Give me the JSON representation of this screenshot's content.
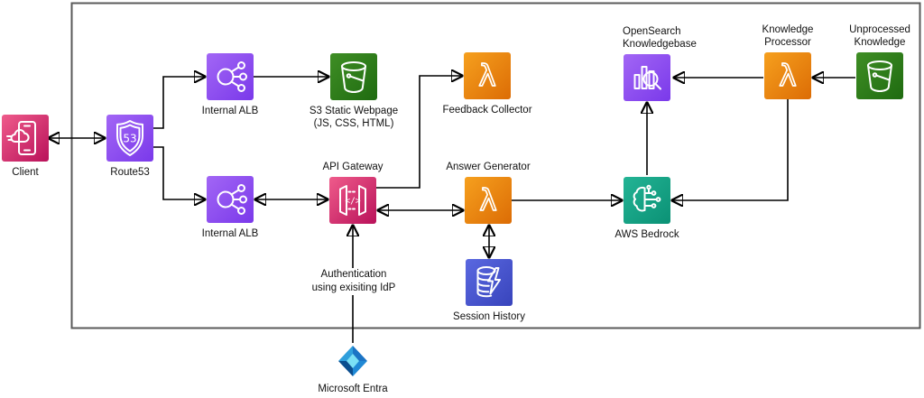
{
  "diagram": {
    "nodes": {
      "client": {
        "label": "Client"
      },
      "route53": {
        "label": "Route53"
      },
      "internal_alb_top": {
        "label": "Internal ALB"
      },
      "s3_static_webpage": {
        "label": "S3 Static Webpage\n(JS, CSS, HTML)"
      },
      "feedback_collector": {
        "label": "Feedback Collector"
      },
      "internal_alb_bottom": {
        "label": "Internal ALB"
      },
      "api_gateway": {
        "label": "API Gateway"
      },
      "answer_generator": {
        "label": "Answer Generator"
      },
      "session_history": {
        "label": "Session History"
      },
      "aws_bedrock": {
        "label": "AWS Bedrock"
      },
      "opensearch_knowledgebase": {
        "label": "OpenSearch\nKnowledgebase"
      },
      "knowledge_processor": {
        "label": "Knowledge\nProcessor"
      },
      "unprocessed_knowledge": {
        "label": "Unprocessed\nKnowledge"
      },
      "microsoft_entra": {
        "label": "Microsoft Entra"
      }
    },
    "annotations": {
      "auth_note": "Authentication\nusing exisiting IdP"
    },
    "colors": {
      "lambda_orange": "#ED7100",
      "network_purple": "#8C4FFF",
      "storage_green": "#277116",
      "gateway_pink": "#E7157B",
      "bedrock_teal": "#01A88D",
      "database_blue": "#4D5CDB",
      "boundary_gray": "#5A5A5A",
      "connector_black": "#000000"
    }
  }
}
